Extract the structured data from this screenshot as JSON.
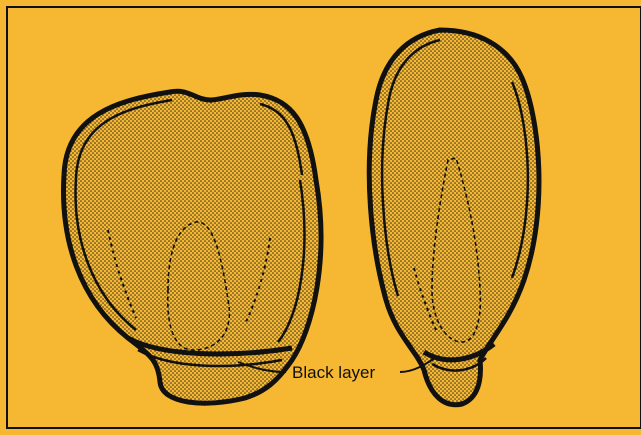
{
  "figure": {
    "background_color": "#f6b832",
    "stroke_color": "#111111",
    "labels": {
      "black_layer": "Black layer"
    },
    "kernels": [
      {
        "id": "left-kernel",
        "description_name": "kernel"
      },
      {
        "id": "right-kernel",
        "description_name": "kernel"
      }
    ]
  }
}
